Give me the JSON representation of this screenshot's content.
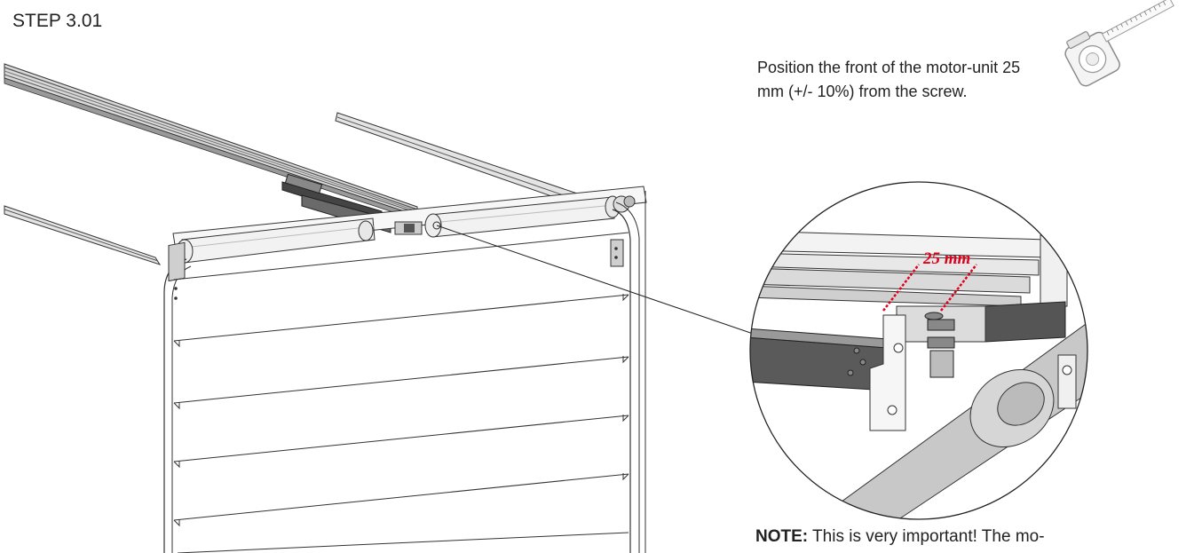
{
  "step": {
    "label": "STEP 3.01"
  },
  "instruction": {
    "text": "Position the front of the motor-unit 25 mm (+/- 10%) from the screw."
  },
  "detail": {
    "measurement_label": "25 mm",
    "measurement_color": "#e0001b"
  },
  "note": {
    "label": "NOTE:",
    "text": "This is very important! The mo-"
  },
  "icons": [
    "tape-measure-icon"
  ]
}
